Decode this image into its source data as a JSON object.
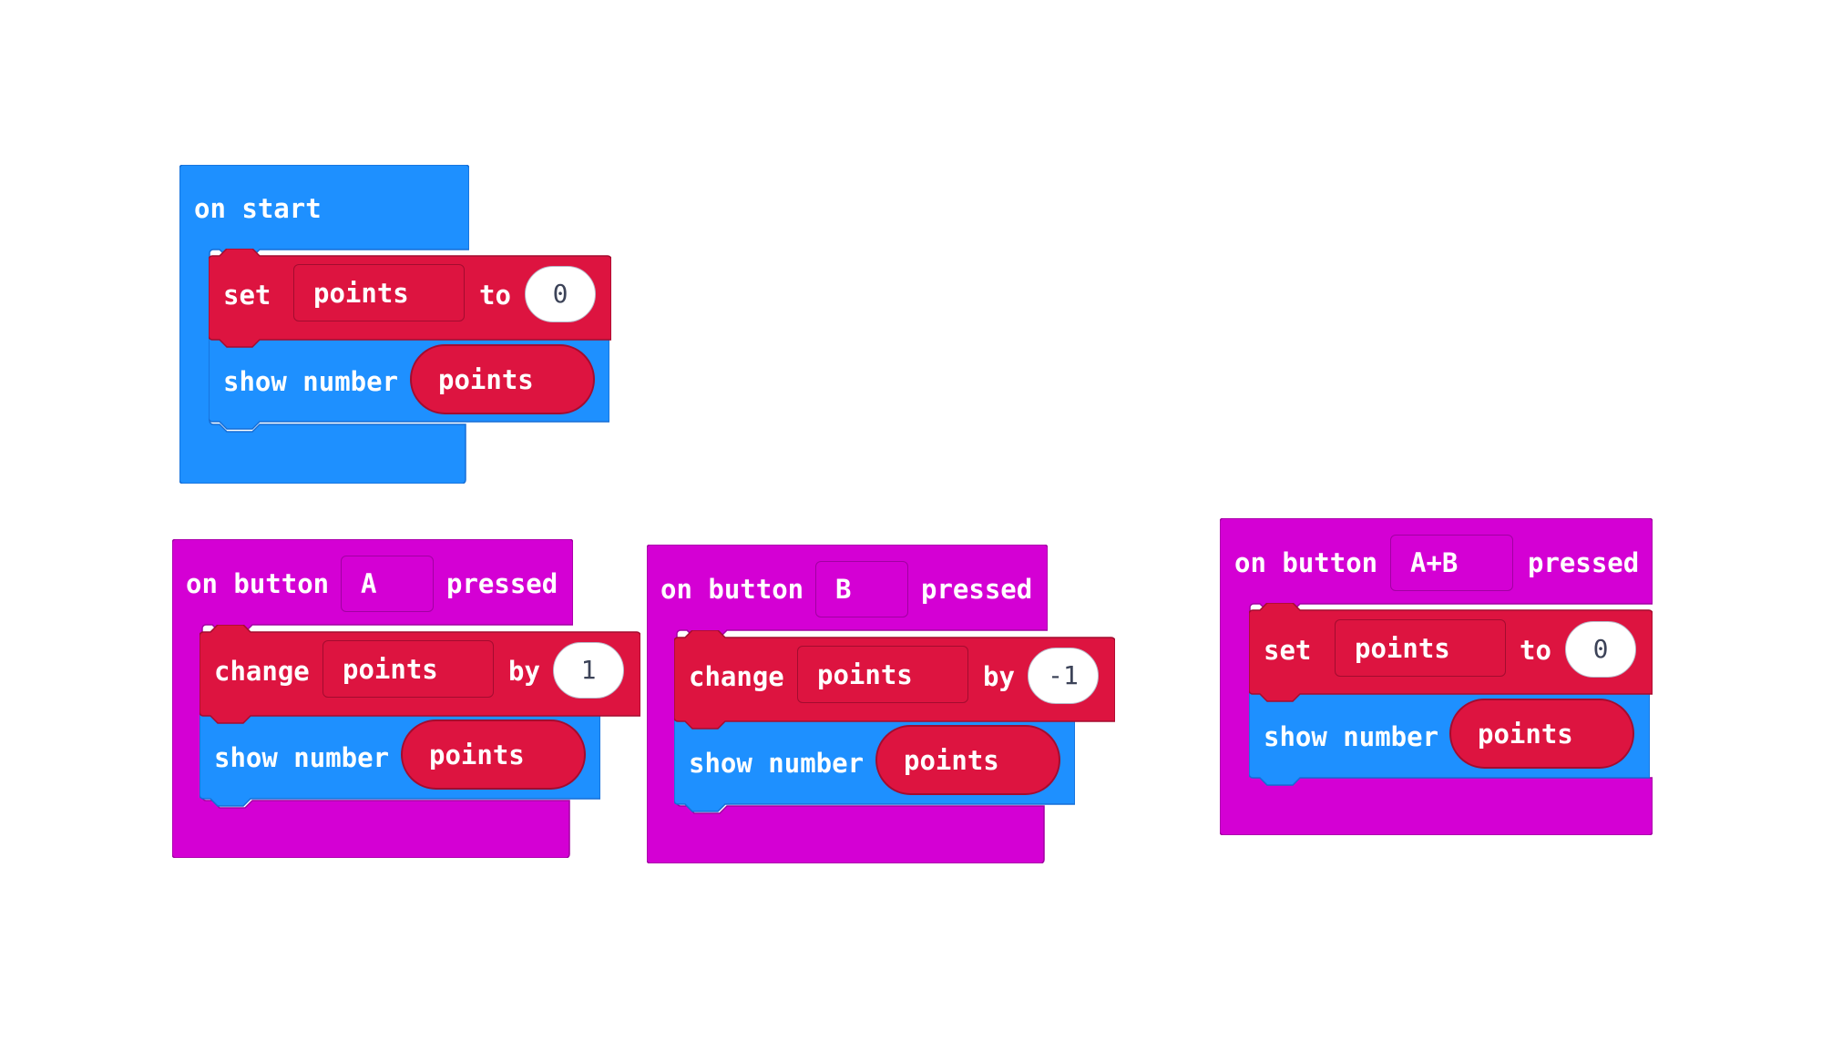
{
  "colors": {
    "basic_blue": "#1e90ff",
    "basic_blue_border": "#166ed6",
    "input_magenta": "#d400d4",
    "input_magenta_border": "#a200a2",
    "variable_red": "#dd1440",
    "variable_red_border": "#a30c2f",
    "number_text": "#3c4358"
  },
  "blocks": {
    "on_start": {
      "label": "on start",
      "set": {
        "keyword": "set",
        "variable": "points",
        "to": "to",
        "value": "0"
      },
      "show": {
        "label": "show number",
        "variable": "points"
      }
    },
    "button_a": {
      "prefix": "on button",
      "button": "A",
      "suffix": "pressed",
      "change": {
        "keyword": "change",
        "variable": "points",
        "by": "by",
        "value": "1"
      },
      "show": {
        "label": "show number",
        "variable": "points"
      }
    },
    "button_b": {
      "prefix": "on button",
      "button": "B",
      "suffix": "pressed",
      "change": {
        "keyword": "change",
        "variable": "points",
        "by": "by",
        "value": "-1"
      },
      "show": {
        "label": "show number",
        "variable": "points"
      }
    },
    "button_ab": {
      "prefix": "on button",
      "button": "A+B",
      "suffix": "pressed",
      "set": {
        "keyword": "set",
        "variable": "points",
        "to": "to",
        "value": "0"
      },
      "show": {
        "label": "show number",
        "variable": "points"
      }
    }
  }
}
